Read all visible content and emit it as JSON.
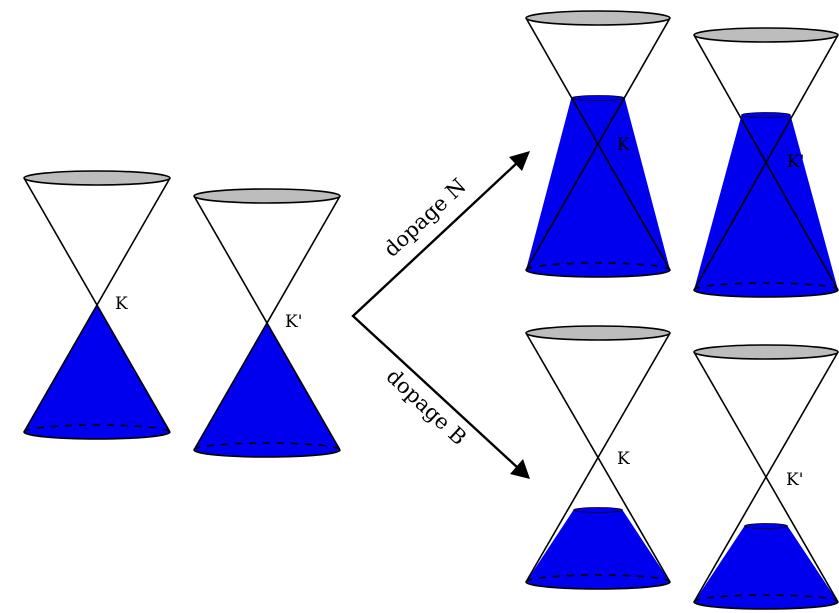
{
  "colors": {
    "fill": "#0000ee",
    "top_ellipse": "#bdbdbd",
    "outline": "#000000",
    "background": "#ffffff"
  },
  "cones": [
    {
      "point_label": "K"
    },
    {
      "point_label": "K'"
    },
    {
      "point_label": "K"
    },
    {
      "point_label": "K'"
    },
    {
      "point_label": "K"
    },
    {
      "point_label": "K'"
    }
  ],
  "arrows": {
    "n_doping": "dopage N",
    "b_doping": "dopage B"
  }
}
